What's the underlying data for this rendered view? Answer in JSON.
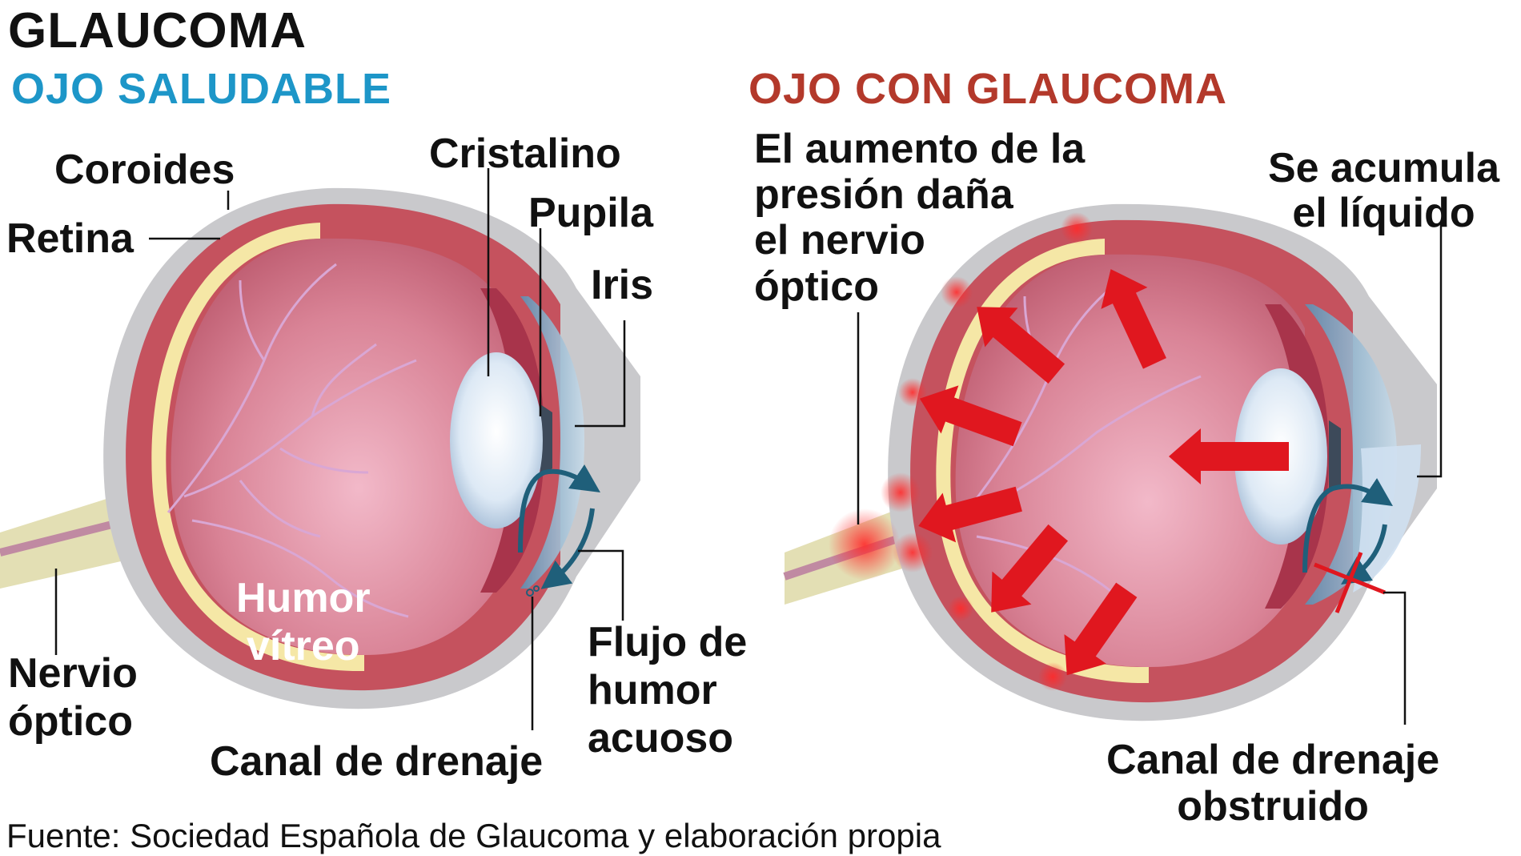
{
  "title": "GLAUCOMA",
  "panels": {
    "healthy": {
      "heading": "OJO SALUDABLE",
      "heading_color": "#1d96c8",
      "labels": {
        "coroides": "Coroides",
        "retina": "Retina",
        "cristalino": "Cristalino",
        "pupila": "Pupila",
        "iris": "Iris",
        "humor_vitreo": "Humor\nvítreo",
        "nervio_optico": "Nervio\nóptico",
        "flujo": "Flujo de\nhumor\nacuoso",
        "canal": "Canal de drenaje"
      }
    },
    "glaucoma": {
      "heading": "OJO CON GLAUCOMA",
      "heading_color": "#b3392b",
      "labels": {
        "presion": "El aumento de la\npresión daña\nel nervio\nóptico",
        "acumula": "Se acumula\nel líquido",
        "canal_obstruido": "Canal de drenaje\nobstruido"
      }
    }
  },
  "colors": {
    "sclera": "#c9c9cc",
    "choroid": "#c5525e",
    "retina": "#f5e7a6",
    "vitreous": "#d77d8d",
    "lens": "#dfe9f3",
    "cornea": "#b3cde0",
    "arrow_red": "#e0171f",
    "flow_blue": "#1f5f7a"
  },
  "source": "Fuente: Sociedad Española de Glaucoma y elaboración propia"
}
